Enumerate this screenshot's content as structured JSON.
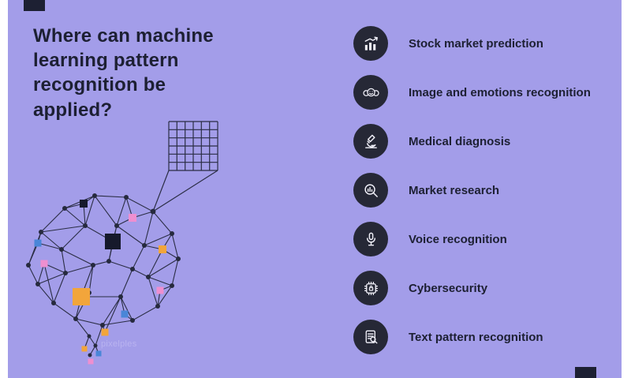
{
  "page": {
    "background_color": "#a39de9",
    "dark_color": "#1d2033",
    "icon_circle_color": "#262836",
    "accent_orange": "#f2a53b",
    "accent_pink": "#ee8fd0",
    "accent_blue": "#4a86d8",
    "watermark": "pixelples"
  },
  "header": {
    "title": "Where can machine learning pattern recognition be applied?"
  },
  "applications": [
    {
      "icon": "stock-market-icon",
      "label": "Stock market prediction"
    },
    {
      "icon": "emotions-recognition-icon",
      "label": "Image and emotions recognition"
    },
    {
      "icon": "medical-diagnosis-icon",
      "label": "Medical diagnosis"
    },
    {
      "icon": "market-research-icon",
      "label": "Market research"
    },
    {
      "icon": "voice-recognition-icon",
      "label": "Voice recognition"
    },
    {
      "icon": "cybersecurity-icon",
      "label": "Cybersecurity"
    },
    {
      "icon": "text-pattern-icon",
      "label": "Text pattern recognition"
    }
  ]
}
